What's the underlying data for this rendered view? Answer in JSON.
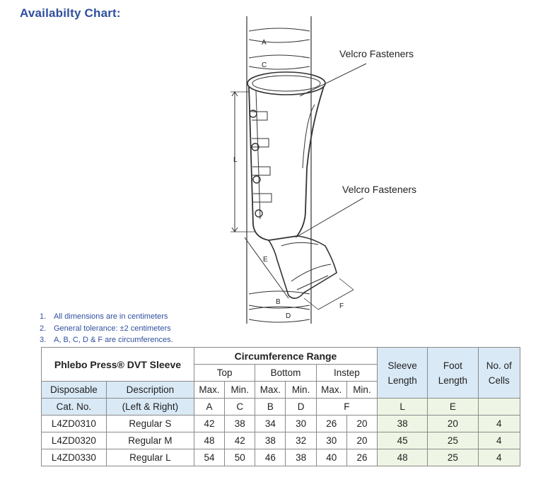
{
  "page": {
    "title": "Availabilty Chart:"
  },
  "diagram": {
    "callout_upper": "Velcro Fasteners",
    "callout_lower": "Velcro Fasteners",
    "dimension_labels": [
      "A",
      "C",
      "L",
      "E",
      "B",
      "D",
      "F"
    ]
  },
  "notes": [
    {
      "num": "1.",
      "text": "All dimensions are in centimeters"
    },
    {
      "num": "2.",
      "text": "General tolerance: ±2 centimeters"
    },
    {
      "num": "3.",
      "text": "A, B, C, D & F are circumferences."
    }
  ],
  "table": {
    "product_name": "Phlebo Press® DVT Sleeve",
    "circ_range": "Circumference Range",
    "groups": {
      "top": "Top",
      "bottom": "Bottom",
      "instep": "Instep"
    },
    "sleeve_length": "Sleeve Length",
    "foot_length": "Foot Length",
    "cells": "No. of Cells",
    "disposable": "Disposable",
    "description": "Description",
    "max": "Max.",
    "min": "Min.",
    "cat_no": "Cat. No.",
    "left_right": "(Left & Right)",
    "codes": {
      "a": "A",
      "c": "C",
      "b": "B",
      "d": "D",
      "f": "F",
      "l": "L",
      "e": "E"
    },
    "rows": [
      {
        "cat": "L4ZD0310",
        "desc": "Regular S",
        "top_max": "42",
        "top_min": "38",
        "bot_max": "34",
        "bot_min": "30",
        "ins_max": "26",
        "ins_min": "20",
        "sleeve": "38",
        "foot": "20",
        "cells": "4"
      },
      {
        "cat": "L4ZD0320",
        "desc": "Regular M",
        "top_max": "48",
        "top_min": "42",
        "bot_max": "38",
        "bot_min": "32",
        "ins_max": "30",
        "ins_min": "20",
        "sleeve": "45",
        "foot": "25",
        "cells": "4"
      },
      {
        "cat": "L4ZD0330",
        "desc": "Regular L",
        "top_max": "54",
        "top_min": "50",
        "bot_max": "46",
        "bot_min": "38",
        "ins_max": "40",
        "ins_min": "26",
        "sleeve": "48",
        "foot": "25",
        "cells": "4"
      }
    ]
  }
}
